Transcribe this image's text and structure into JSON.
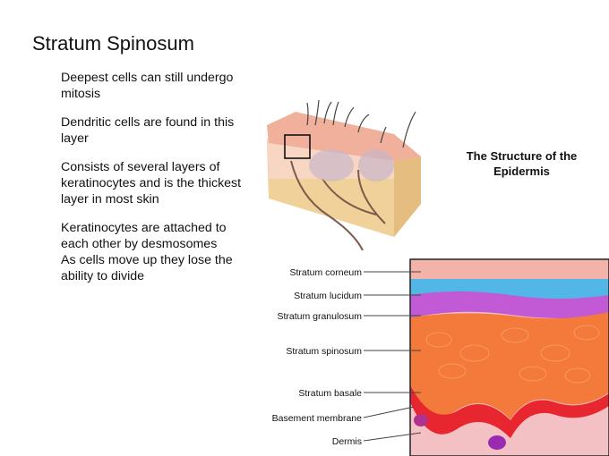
{
  "slide": {
    "title": "Stratum Spinosum",
    "bullets": [
      "Deepest cells can still undergo mitosis",
      "Dendritic cells are found in this layer",
      "Consists of several layers of keratinocytes and is the thickest layer in most skin",
      "Keratinocytes are attached to each other by desmosomes",
      "As cells move up they lose the ability to divide"
    ]
  },
  "figure": {
    "caption": "The Structure of the Epidermis",
    "layers": [
      {
        "label": "Stratum corneum",
        "color": "#f3b3a9"
      },
      {
        "label": "Stratum lucidum",
        "color": "#52b7e6"
      },
      {
        "label": "Stratum granulosum",
        "color": "#c25ad6"
      },
      {
        "label": "Stratum spinosum",
        "color": "#f37a3a"
      },
      {
        "label": "Stratum basale",
        "color": "#e8262f"
      },
      {
        "label": "Basement membrane",
        "color": "#f2a7a2"
      },
      {
        "label": "Dermis",
        "color": "#f3c1c4"
      }
    ]
  }
}
